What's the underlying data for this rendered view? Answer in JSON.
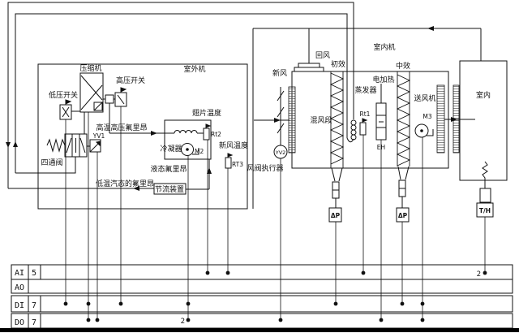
{
  "outdoor": {
    "title": "室外机",
    "compressor": "压缩机",
    "low_pressure_switch": "低压开关",
    "high_pressure_switch": "高压开关",
    "four_way_valve": "四通阀",
    "yv1": "YV1",
    "hot_gas_pipe": "高温高压氟里昂",
    "fin_temp": "翅片温度",
    "condenser": "冷凝器",
    "condenser_fan_tag": "M2",
    "fin_temp_sensor": "Rt2",
    "fresh_air_temp": "新风温度",
    "fresh_air_temp_sensor": "RT3",
    "liquid_pipe": "液态氟里昂",
    "throttle_device": "节流装置",
    "suction_gas_pipe": "低温汽态的氟里昂"
  },
  "indoor": {
    "title": "室内机",
    "fresh_air": "新风",
    "return_air": "回风",
    "pre_filter": "初效",
    "mid_filter": "中效",
    "mixing_section": "混风段",
    "evaporator": "蒸发器",
    "evaporator_sensor": "Rt1",
    "electric_heater": "电加热",
    "heater_tag": "EH",
    "supply_fan": "送风机",
    "supply_fan_tag": "M3",
    "damper_solenoid": "YV2",
    "damper_actuator": "风阀执行器",
    "filter_dp1": "ΔP",
    "filter_dp2": "ΔP"
  },
  "room": {
    "title": "室内",
    "th_sensor": "T/H",
    "th_point_count": "2"
  },
  "io_table": {
    "rows": [
      {
        "label": "AI",
        "count": "5"
      },
      {
        "label": "AO",
        "count": ""
      },
      {
        "label": "DI",
        "count": "7"
      },
      {
        "label": "DO",
        "count": "7"
      }
    ],
    "do_point_count": "2"
  }
}
